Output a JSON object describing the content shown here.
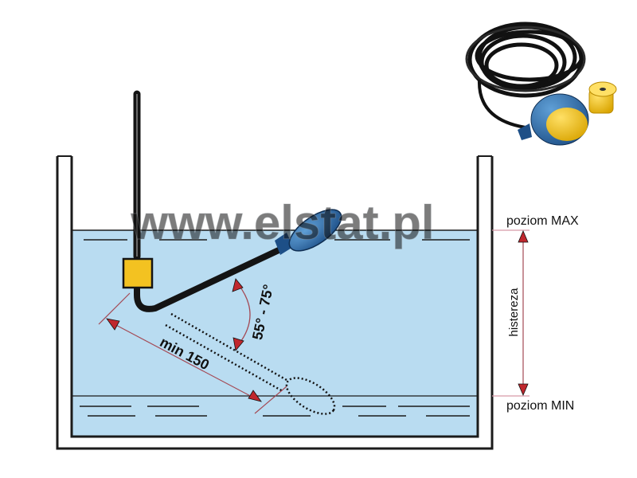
{
  "labels": {
    "level_max": "poziom MAX",
    "level_min": "poziom MIN",
    "hysteresis": "histereza",
    "angle_range": "55° - 75°",
    "min_distance": "min 150"
  },
  "watermark": "www.elstat.pl",
  "colors": {
    "water": "#b9dcf1",
    "tank_wall": "#1b1b1b",
    "float_blue": "#2f6ea8",
    "clamp_yellow": "#f3c221",
    "arrow_red": "#c0272d",
    "dimension_line": "#a44a55",
    "level_line": "#d79aa8",
    "cable": "#141414"
  },
  "icons": [
    "cable-coil-icon",
    "float-switch-icon",
    "counterweight-icon"
  ]
}
